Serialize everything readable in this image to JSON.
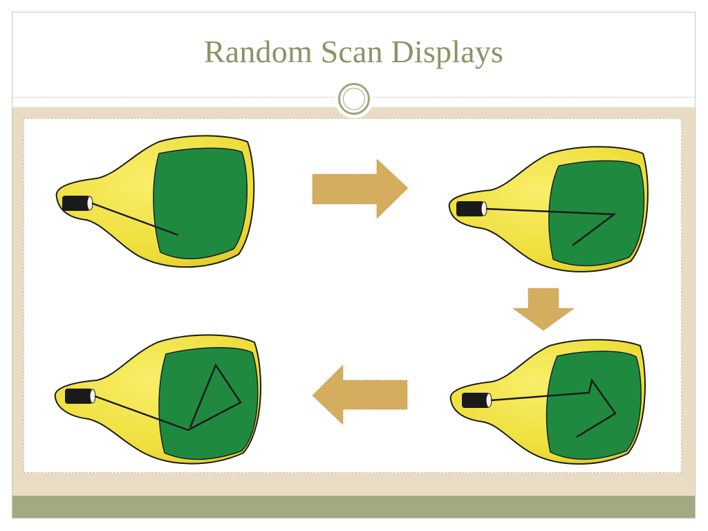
{
  "slide": {
    "title": "Random Scan Displays"
  },
  "colors": {
    "title": "#8e9165",
    "band": "#e8dcc4",
    "footer": "#a3aa82",
    "tube_body": "#f0e040",
    "screen": "#1f8a3f",
    "arrow": "#d4ad5f"
  },
  "icons": {
    "ornament": "double-circle-ornament",
    "arrows": [
      "arrow-right",
      "arrow-down",
      "arrow-left"
    ]
  }
}
